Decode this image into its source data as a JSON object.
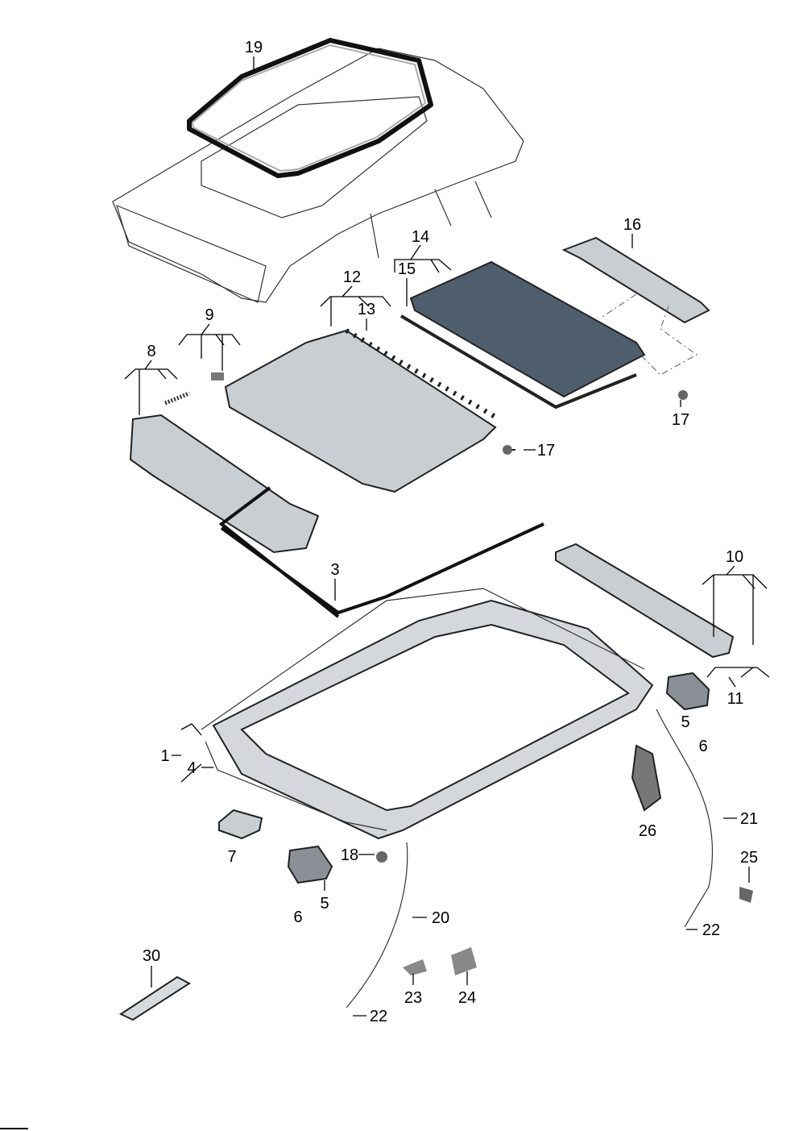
{
  "diagram": {
    "labels": {
      "roof_seal": "19",
      "glass_panel_set": "14",
      "wind_deflector_bracket": "16",
      "glass_seal": "15",
      "rear_panel_set": "12",
      "panel_strip": "13",
      "spring_set": "9",
      "deflector_set": "8",
      "screw_right": "17",
      "screw_center": "17",
      "frame_seal": "3",
      "sunblind_set": "10",
      "sunblind_parts": "11",
      "motor_right": "5",
      "motor_right_screw": "6",
      "frame_assembly": "1",
      "drain_hose_frame": "4",
      "drain_hose_right": "21",
      "bracket_right": "26",
      "control_unit": "7",
      "nut": "18",
      "clip_right": "25",
      "motor_left": "5",
      "motor_left_screw": "6",
      "drain_hose_left": "20",
      "valve_right": "22",
      "adhesive_tube": "30",
      "clip_left": "23",
      "holder": "24",
      "valve_left": "22"
    },
    "colors": {
      "part_fill": "#c9ced3",
      "glass_fill": "#4f5e6c",
      "outline": "#222222"
    }
  }
}
